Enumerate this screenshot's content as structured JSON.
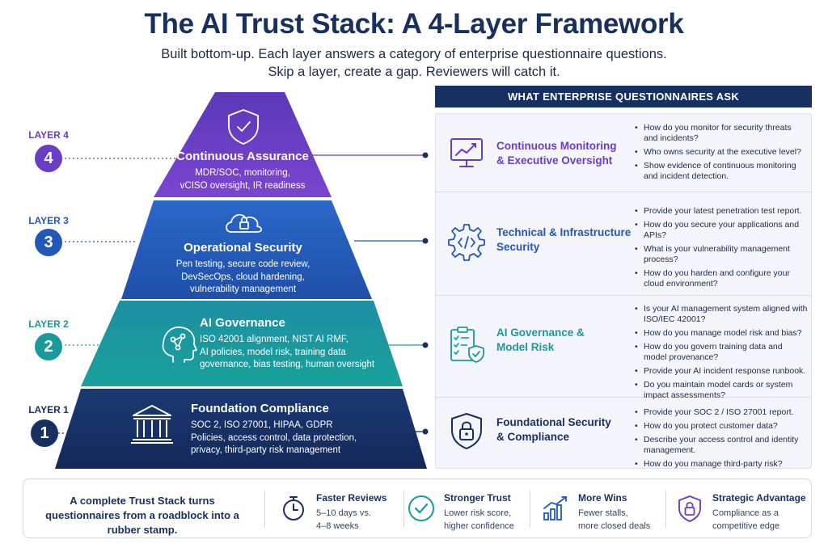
{
  "title": "The AI Trust Stack: A 4-Layer Framework",
  "subtitle_line1": "Built bottom-up. Each layer answers a category of enterprise questionnaire questions.",
  "subtitle_line2": "Skip a layer, create a gap. Reviewers will catch it.",
  "colors": {
    "layer4": "#6a3ec4",
    "layer3": "#2358b8",
    "layer2": "#1a9a9b",
    "layer1": "#17305f",
    "navy": "#17305f"
  },
  "layers": [
    {
      "label": "LAYER 4",
      "number": "4",
      "title": "Continuous Assurance",
      "desc": [
        "MDR/SOC, monitoring,",
        "vCISO oversight, IR readiness"
      ],
      "icon": "shield-check-icon"
    },
    {
      "label": "LAYER 3",
      "number": "3",
      "title": "Operational Security",
      "desc": [
        "Pen testing, secure code review,",
        "DevSecOps, cloud hardening,",
        "vulnerability management"
      ],
      "icon": "cloud-lock-icon"
    },
    {
      "label": "LAYER 2",
      "number": "2",
      "title": "AI Governance",
      "desc": [
        "ISO 42001 alignment, NIST AI RMF,",
        "AI policies, model risk, training data",
        "governance, bias testing, human oversight"
      ],
      "icon": "ai-head-icon"
    },
    {
      "label": "LAYER 1",
      "number": "1",
      "title": "Foundation Compliance",
      "desc": [
        "SOC 2, ISO 27001, HIPAA, GDPR",
        "Policies, access control, data protection,",
        "privacy, third-party risk management"
      ],
      "icon": "building-columns-icon"
    }
  ],
  "questionnaire": {
    "header": "WHAT ENTERPRISE QUESTIONNAIRES ASK",
    "rows": [
      {
        "title": [
          "Continuous Monitoring",
          "& Executive Oversight"
        ],
        "icon": "monitor-chart-icon",
        "questions": [
          "How do you monitor for security threats and incidents?",
          "Who owns security at the executive level?",
          "Show evidence of continuous monitoring and incident detection."
        ]
      },
      {
        "title": [
          "Technical & Infrastructure",
          "Security"
        ],
        "icon": "gear-code-icon",
        "questions": [
          "Provide your latest penetration test report.",
          "How do you secure your applications and APIs?",
          "What is your vulnerability management process?",
          "How do you harden and configure your cloud environment?"
        ]
      },
      {
        "title": [
          "AI Governance &",
          "Model Risk"
        ],
        "icon": "clipboard-shield-icon",
        "questions": [
          "Is your AI management system aligned with ISO/IEC 42001?",
          "How do you manage model risk and bias?",
          "How do you govern training data and model provenance?",
          "Provide your AI incident response runbook.",
          "Do you maintain model cards or system impact assessments?"
        ]
      },
      {
        "title": [
          "Foundational Security",
          "& Compliance"
        ],
        "icon": "shield-lock-icon",
        "questions": [
          "Provide your SOC 2 / ISO 27001 report.",
          "How do you protect customer data?",
          "Describe your access control and identity management.",
          "How do you manage third-party risk?"
        ]
      }
    ]
  },
  "bottom": {
    "statement": "A complete Trust Stack turns questionnaires from a roadblock into a rubber stamp.",
    "benefits": [
      {
        "title": "Faster Reviews",
        "desc": [
          "5–10 days vs.",
          "4–8 weeks"
        ],
        "icon": "stopwatch-icon"
      },
      {
        "title": "Stronger Trust",
        "desc": [
          "Lower risk score,",
          "higher confidence"
        ],
        "icon": "check-circle-icon"
      },
      {
        "title": "More Wins",
        "desc": [
          "Fewer stalls,",
          "more closed deals"
        ],
        "icon": "growth-chart-icon"
      },
      {
        "title": "Strategic Advantage",
        "desc": [
          "Compliance as a",
          "competitive edge"
        ],
        "icon": "shield-lock-icon"
      }
    ]
  }
}
